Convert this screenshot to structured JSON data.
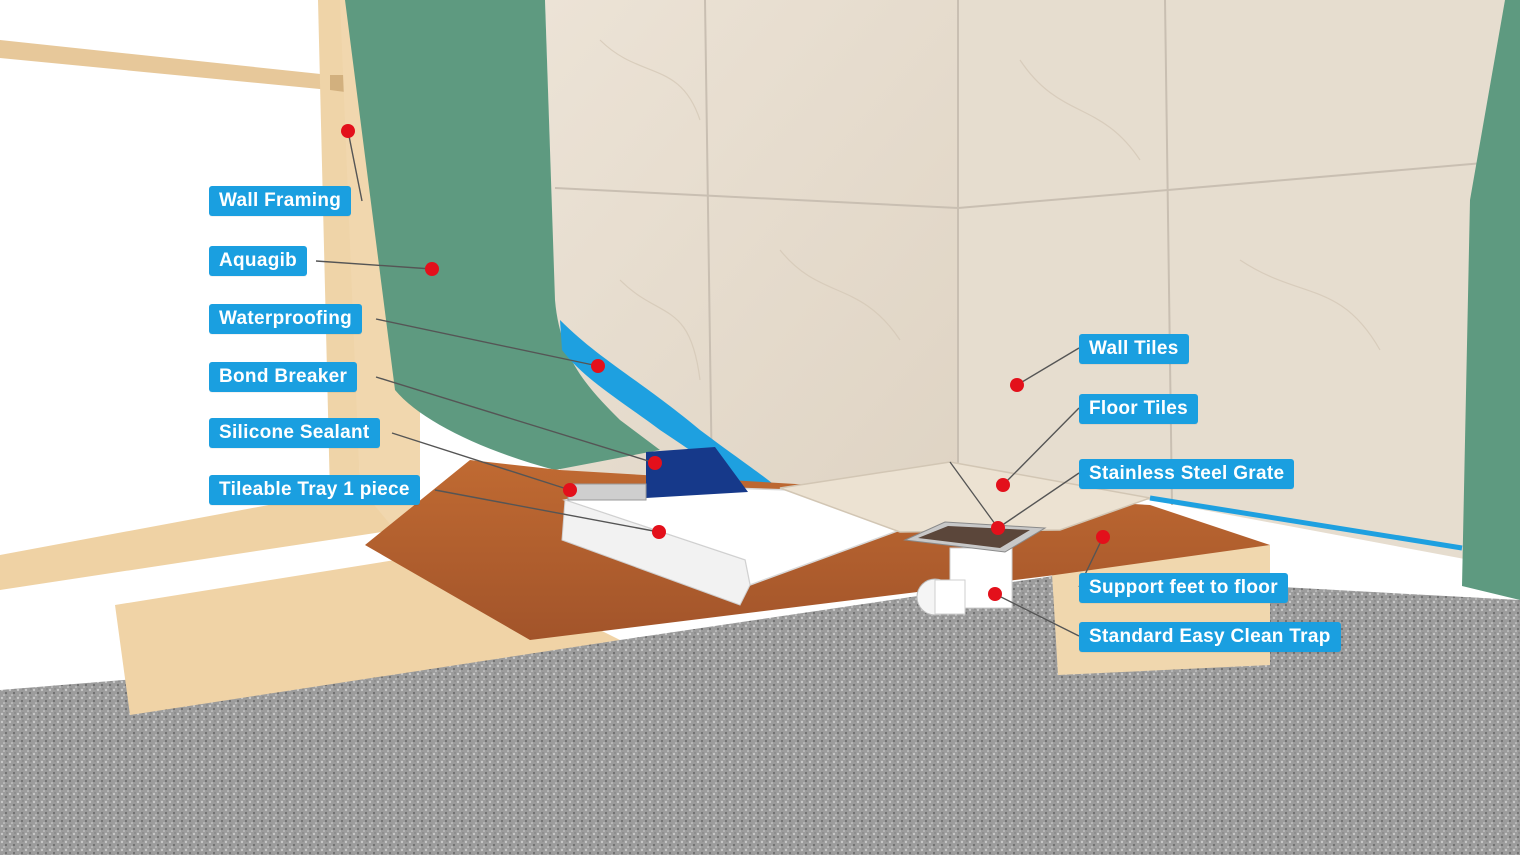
{
  "colors": {
    "callout_bg": "#1a9fe0",
    "callout_text": "#ffffff",
    "marker": "#e3101b",
    "leader": "#555555",
    "aquagib": "#5e9a80",
    "waterproofing": "#1ea0e0",
    "bond_breaker": "#16398a",
    "framing": "#eccf9c",
    "plywood": "#b5612e",
    "wall_tile": "#e7ddd0",
    "floor": "#9a9a9a"
  },
  "labels": {
    "wall_framing": "Wall Framing",
    "aquagib": "Aquagib",
    "waterproofing": "Waterproofing",
    "bond_breaker": "Bond Breaker",
    "silicone_sealant": "Silicone Sealant",
    "tileable_tray": "Tileable Tray 1 piece",
    "wall_tiles": "Wall Tiles",
    "floor_tiles": "Floor Tiles",
    "stainless_steel_grate": "Stainless Steel Grate",
    "support_feet": "Support feet to floor",
    "easy_clean_trap": "Standard Easy Clean Trap"
  }
}
